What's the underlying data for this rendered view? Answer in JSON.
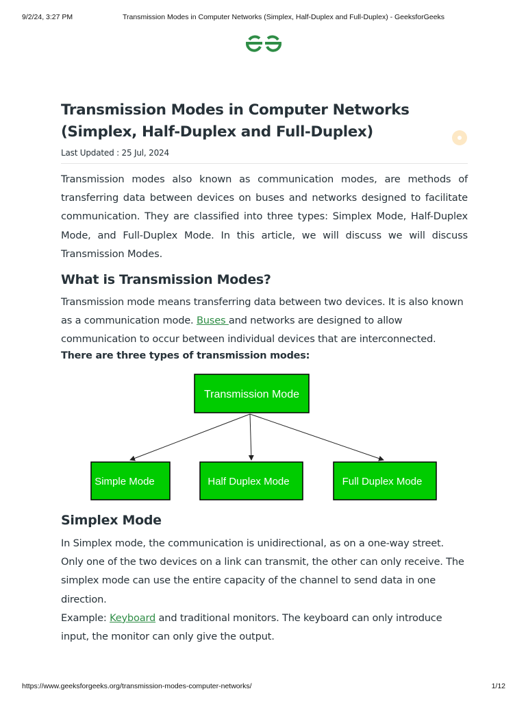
{
  "print_header": {
    "datetime": "9/2/24, 3:27 PM",
    "title": "Transmission Modes in Computer Networks (Simplex, Half-Duplex and Full-Duplex) - GeeksforGeeks"
  },
  "logo": {
    "brand_color": "#2f8d46",
    "icon": "gfg-logo-icon"
  },
  "article": {
    "title_line1": "Transmission Modes in Computer Networks",
    "title_line2": "(Simplex, Half-Duplex and Full-Duplex)",
    "last_updated": "Last Updated : 25 Jul, 2024",
    "intro": "Transmission modes also known as communication modes, are methods of transferring data between devices on buses and networks designed to facilitate communication. They are classified into three types: Simplex Mode, Half-Duplex Mode, and Full-Duplex Mode. In this article, we will discuss we will discuss Transmission Modes.",
    "what_heading": "What is Transmission Modes?",
    "what_p_before": "Transmission mode means transferring data between two devices. It is also known as a communication mode. ",
    "what_link": "Buses ",
    "what_p_after": "and networks are designed to allow communication to occur between individual devices that are interconnected.",
    "types_line": "There are three types of transmission modes:",
    "diagram": {
      "box_color": "#00cc00",
      "root": "Transmission Mode",
      "children": [
        "Simple Mode",
        "Half Duplex Mode",
        "Full Duplex Mode"
      ]
    },
    "simplex_heading": "Simplex Mode",
    "simplex_p": "In Simplex mode, the communication is unidirectional, as on a one-way street. Only one of the two devices on a link can transmit, the other can only receive. The simplex mode can use the entire capacity of the channel to send data in one direction.",
    "example_prefix": "Example: ",
    "example_link": "Keyboard",
    "example_rest": " and traditional monitors. The keyboard can only introduce input, the monitor can only give the output."
  },
  "print_footer": {
    "url": "https://www.geeksforgeeks.org/transmission-modes-computer-networks/",
    "page": "1/12"
  }
}
